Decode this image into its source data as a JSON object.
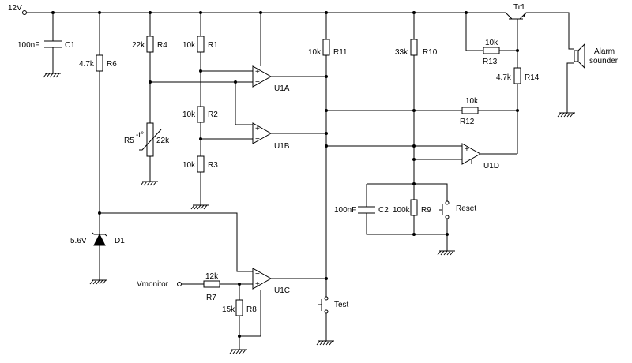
{
  "labels": {
    "supply": "12V",
    "c1_val": "100nF",
    "c1": "C1",
    "r6_val": "4.7k",
    "r6": "R6",
    "r4_val": "22k",
    "r4": "R4",
    "r1_val": "10k",
    "r1": "R1",
    "r2_val": "10k",
    "r2": "R2",
    "r3_val": "10k",
    "r3": "R3",
    "r5": "R5",
    "r5_temp": "-t°",
    "r5_val": "22k",
    "r11_val": "10k",
    "r11": "R11",
    "r10_val": "33k",
    "r10": "R10",
    "r13_val": "10k",
    "r13": "R13",
    "r14_val": "4.7k",
    "r14": "R14",
    "r12_val": "10k",
    "r12": "R12",
    "r9_val": "100k",
    "r9": "R9",
    "c2_val": "100nF",
    "c2": "C2",
    "r7_val": "12k",
    "r7": "R7",
    "r8_val": "15k",
    "r8": "R8",
    "d1_val": "5.6V",
    "d1": "D1",
    "u1a": "U1A",
    "u1b": "U1B",
    "u1c": "U1C",
    "u1d": "U1D",
    "tr1": "Tr1",
    "alarm1": "Alarm",
    "alarm2": "sounder",
    "reset": "Reset",
    "test": "Test",
    "vmonitor": "Vmonitor",
    "plus": "+",
    "minus": "−"
  }
}
